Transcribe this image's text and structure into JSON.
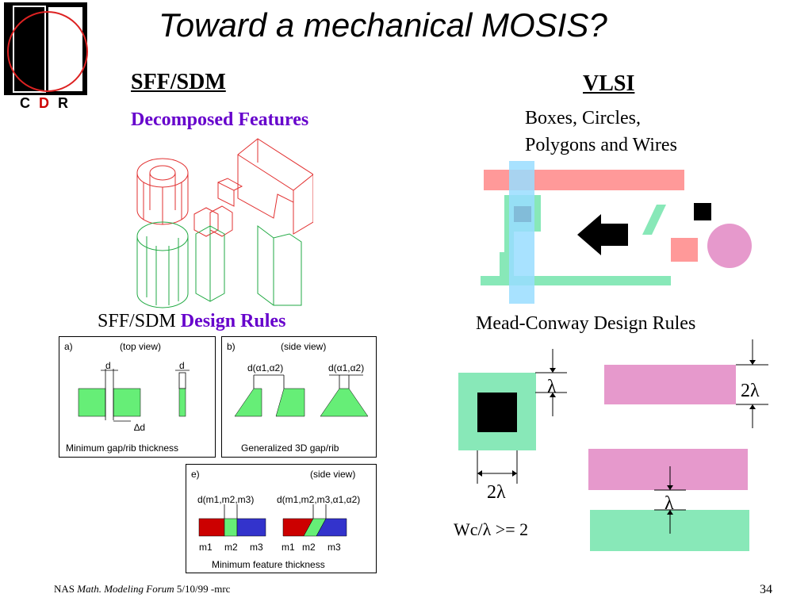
{
  "logo": {
    "letters": [
      "C",
      "D",
      "R"
    ],
    "colors": {
      "c": "#000000",
      "d": "#cc0000",
      "r": "#000000"
    }
  },
  "title": "Toward a mechanical MOSIS?",
  "left": {
    "heading": "SFF/SDM",
    "sub": "Decomposed Features",
    "rules_label_a": "SFF/SDM",
    "rules_label_b": "Design Rules",
    "box_a": {
      "tag": "a)",
      "view": "(top view)",
      "d1": "d",
      "d2": "d",
      "delta": "∆d",
      "caption": "Minimum gap/rib thickness"
    },
    "box_b": {
      "tag": "b)",
      "view": "(side view)",
      "label1": "d(α1,α2)",
      "label2": "d(α1,α2)",
      "caption": "Generalized 3D gap/rib"
    },
    "box_e": {
      "tag": "e)",
      "view": "(side view)",
      "label1": "d(m1,m2,m3)",
      "label2": "d(m1,m2,m3,α1,α2)",
      "m1": "m1",
      "m2": "m2",
      "m3": "m3",
      "caption": "Minimum feature thickness"
    }
  },
  "right": {
    "heading": "VLSI",
    "line1": "Boxes, Circles,",
    "line2": "Polygons and Wires",
    "rules_label": "Mead-Conway Design Rules",
    "lambda": "λ",
    "two_lambda_a": "2λ",
    "two_lambda_b": "2λ",
    "lambda_b": "λ",
    "ratio": "Wc/λ >= 2"
  },
  "colors": {
    "green_fill": "#66ee77",
    "pink": "#ff8888",
    "light_blue": "#99ddff",
    "green": "#88e8b8",
    "magenta": "#e699cc",
    "red": "#cc0000",
    "blue": "#3333cc",
    "purple": "#6600cc"
  },
  "footer": {
    "prefix": "NAS",
    "italic": "Math. Modeling Forum",
    "rest": "5/10/99 -mrc",
    "page": "34"
  }
}
